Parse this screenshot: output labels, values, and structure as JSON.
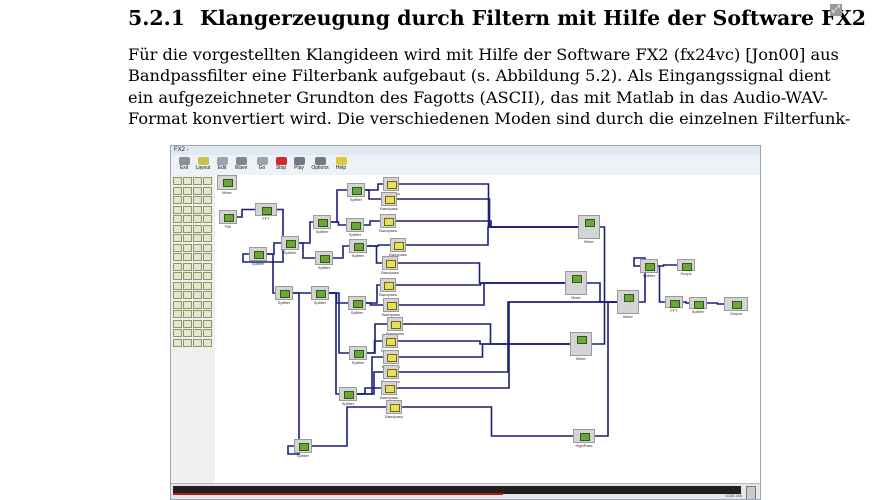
{
  "section": {
    "number": "5.2.1",
    "title": "Klangerzeugung durch Filtern mit Hilfe der Software FX2"
  },
  "paragraph_lines": [
    "Für die vorgestellten Klangideen wird mit Hilfe der Software FX2 (fx24vc) [Jon00] aus",
    "Bandpassfilter eine Filterbank aufgebaut (s. Abbildung 5.2). Als Eingangssignal dient",
    "ein aufgezeichneter Grundton des Fagotts (ASCII), das mit Matlab in das Audio-WAV-",
    "Format konvertiert wird. Die verschiedenen Moden sind durch die einzelnen Filterfunk-"
  ],
  "app": {
    "title": "FX2 -",
    "toolbar": [
      {
        "label": "Exit",
        "icon": "exit-icon",
        "color": "#8a8f98"
      },
      {
        "label": "Layout",
        "icon": "layout-icon",
        "color": "#c9c24a"
      },
      {
        "label": "Edit",
        "icon": "edit-icon",
        "color": "#9aa3ae"
      },
      {
        "label": "Wave",
        "icon": "wave-icon",
        "color": "#7d8794"
      },
      {
        "label": "Go",
        "icon": "go-icon",
        "color": "#9aa3ae"
      },
      {
        "label": "Stop",
        "icon": "stop-icon",
        "color": "#d12a2a"
      },
      {
        "label": "Play",
        "icon": "play-icon",
        "color": "#6f7a88"
      },
      {
        "label": "Options",
        "icon": "options-icon",
        "color": "#6f7a88"
      },
      {
        "label": "Help",
        "icon": "help-icon",
        "color": "#e0c83a"
      }
    ],
    "blocks": {
      "b0": {
        "caption": "Mixer"
      },
      "b1": {
        "caption": "File"
      },
      "b2": {
        "caption": "FFT"
      },
      "b3": {
        "caption": "Splitter"
      },
      "b4": {
        "caption": "Splitter"
      },
      "b5": {
        "caption": "Splitter"
      },
      "b6": {
        "caption": "Splitter"
      },
      "b7": {
        "caption": "Splitter"
      },
      "b8": {
        "caption": "Splitter"
      },
      "b9": {
        "caption": "Splitter"
      },
      "b10": {
        "caption": "Splitter"
      },
      "b11": {
        "caption": "Splitter"
      },
      "b12": {
        "caption": "Splitter"
      },
      "b13": {
        "caption": "Splitter"
      },
      "b14": {
        "caption": "Splitter"
      },
      "b15": {
        "caption": "Splitter"
      },
      "f0": {
        "caption": "Bandpass"
      },
      "f1": {
        "caption": "Bandpass"
      },
      "f2": {
        "caption": "Bandpass"
      },
      "f3": {
        "caption": "Bandpass"
      },
      "f4": {
        "caption": "Bandpass"
      },
      "f5": {
        "caption": "Bandpass"
      },
      "f6": {
        "caption": "Bandpass"
      },
      "f7": {
        "caption": "Bandpass"
      },
      "f8": {
        "caption": "Bandpass"
      },
      "f9": {
        "caption": "Bandpass"
      },
      "f10": {
        "caption": "Bandpass"
      },
      "f11": {
        "caption": "Bandpass"
      },
      "f12": {
        "caption": "Bandpass"
      },
      "m0": {
        "caption": "Mixer"
      },
      "m1": {
        "caption": "Mixer"
      },
      "m2": {
        "caption": "Mixer"
      },
      "m3": {
        "caption": "Mixer"
      },
      "s16": {
        "caption": "Splitter"
      },
      "e0": {
        "caption": "Scope"
      },
      "e1": {
        "caption": "FFT"
      },
      "e2": {
        "caption": "Splitter"
      },
      "e3": {
        "caption": "Output"
      },
      "hp": {
        "caption": "HighPass"
      }
    },
    "status_text": "1026.346"
  }
}
